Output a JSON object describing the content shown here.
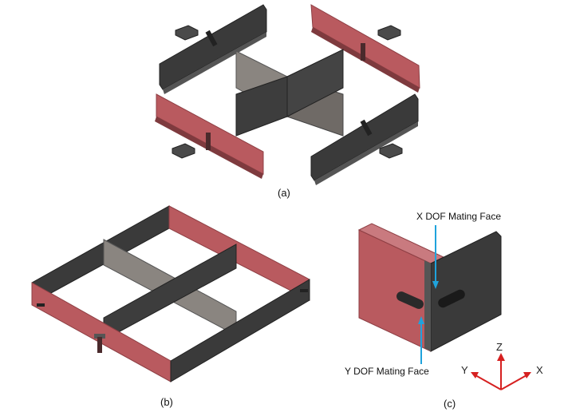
{
  "figure": {
    "panel_a_label": "(a)",
    "panel_b_label": "(b)",
    "panel_c_label": "(c)",
    "callout_x": "X DOF Mating Face",
    "callout_y": "Y DOF Mating Face",
    "axis_z": "Z",
    "axis_y": "Y",
    "axis_x": "X"
  },
  "colors": {
    "dark_panel": "#3d3d3d",
    "dark_panel_edge": "#2a2a2a",
    "red_panel": "#b95a5f",
    "red_panel_edge": "#8e3f44",
    "grey_divider": "#8a8580",
    "grey_divider_side": "#6f6a66",
    "arrow_blue": "#1fa3dc",
    "axis_red": "#d62020"
  }
}
